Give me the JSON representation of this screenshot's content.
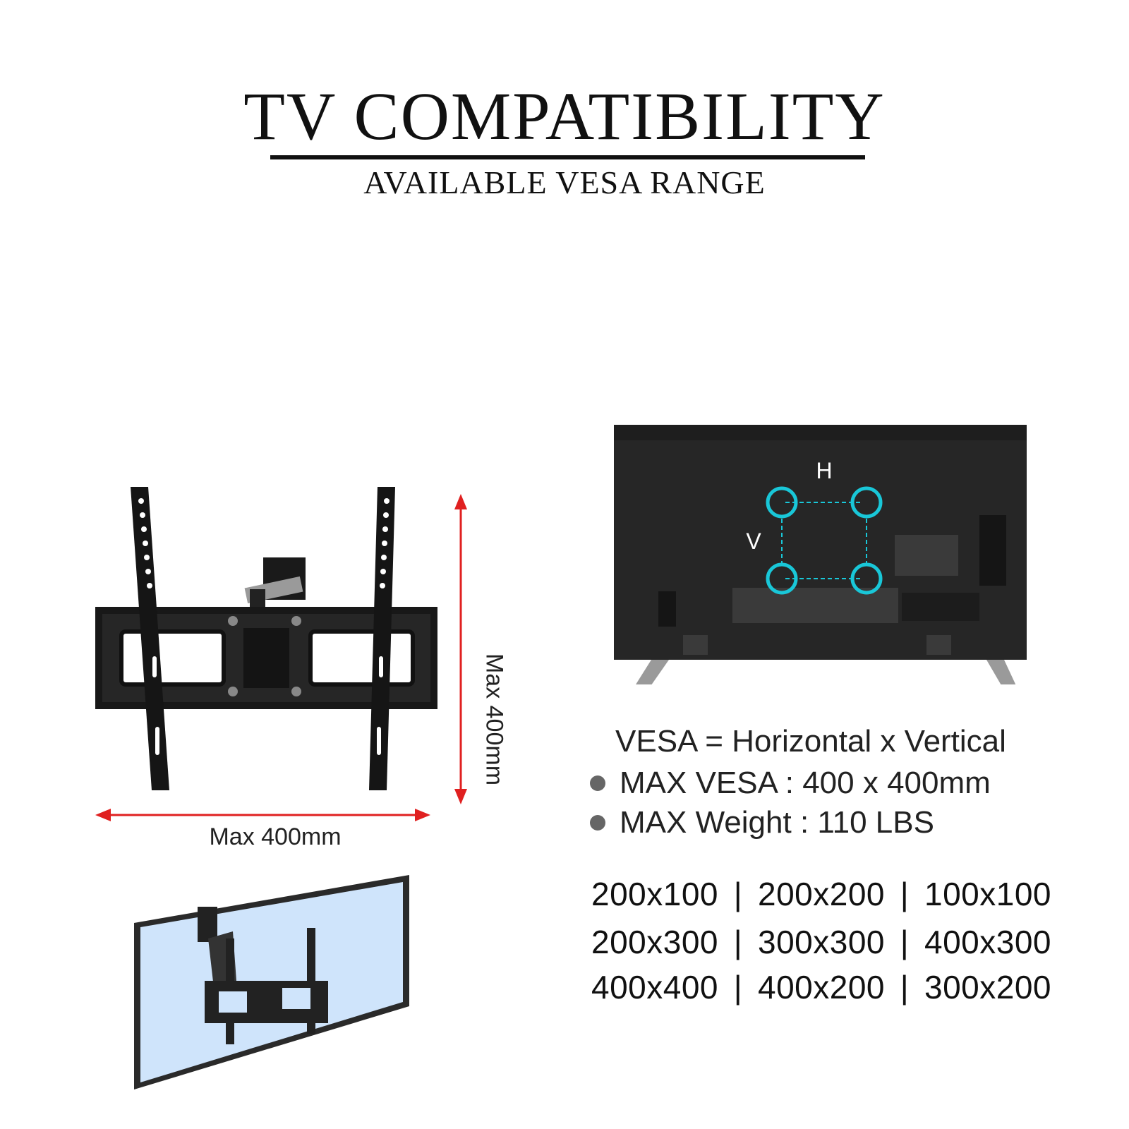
{
  "header": {
    "title": "TV COMPATIBILITY",
    "subtitle": "AVAILABLE VESA RANGE"
  },
  "mount_diagram": {
    "width_label": "Max 400mm",
    "height_label": "Max 400mm",
    "arrow_color": "#e02020"
  },
  "tv_diagram": {
    "h_label": "H",
    "v_label": "V",
    "hole_color": "#19c7d8"
  },
  "specs": {
    "definition": "VESA = Horizontal x Vertical",
    "max_vesa": "MAX VESA : 400 x 400mm",
    "max_weight": "MAX Weight : 110 LBS"
  },
  "vesa_sizes": [
    [
      "200x100",
      "200x200",
      "100x100"
    ],
    [
      "200x300",
      "300x300",
      "400x300"
    ],
    [
      "400x400",
      "400x200",
      "300x200"
    ]
  ],
  "separator": "|"
}
